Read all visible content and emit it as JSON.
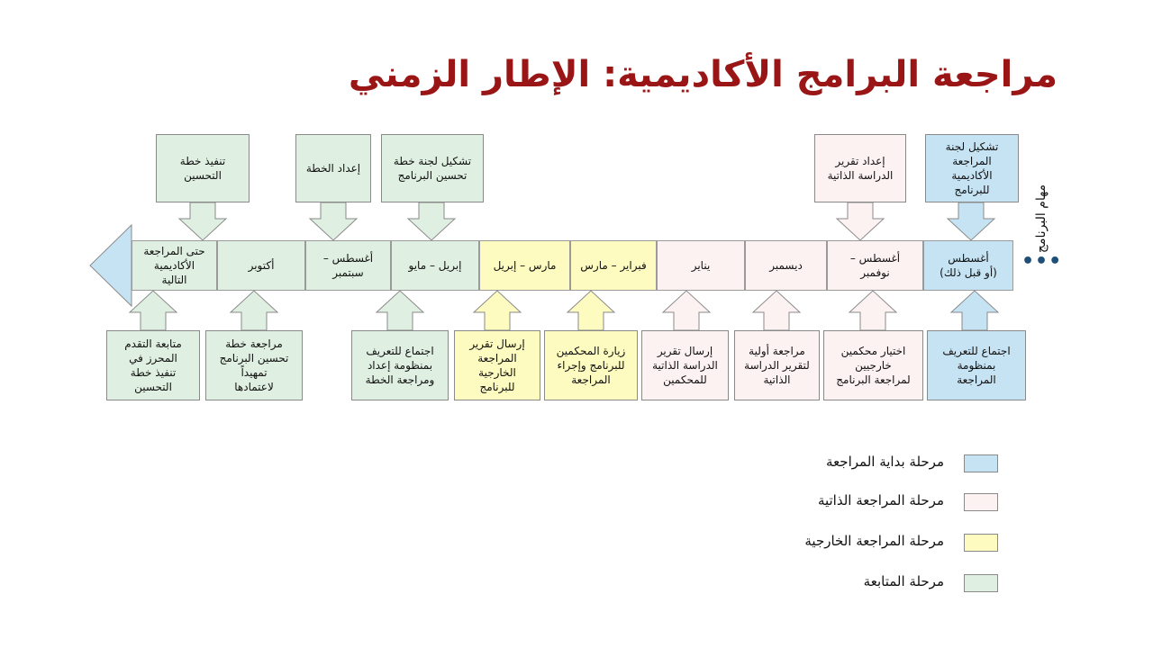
{
  "title": "مراجعة البرامج الأكاديمية: الإطار الزمني",
  "side_label": "مهام البرنامج",
  "continuation": "•••",
  "colors": {
    "start": "#c6e3f3",
    "self_review": "#fdf2f2",
    "external_review": "#fdfbbf",
    "follow_up": "#dfefe1"
  },
  "timeline": [
    {
      "label": "أغسطس\n(أو قبل ذلك)",
      "phase": "start"
    },
    {
      "label": "أغسطس –\nنوفمبر",
      "phase": "self_review"
    },
    {
      "label": "ديسمبر",
      "phase": "self_review"
    },
    {
      "label": "يناير",
      "phase": "self_review"
    },
    {
      "label": "فبراير – مارس",
      "phase": "external_review"
    },
    {
      "label": "مارس – إبريل",
      "phase": "external_review"
    },
    {
      "label": "إبريل – مايو",
      "phase": "follow_up"
    },
    {
      "label": "أغسطس –\nسبتمبر",
      "phase": "follow_up"
    },
    {
      "label": "أكتوبر",
      "phase": "follow_up"
    },
    {
      "label": "حتى المراجعة\nالأكاديمية\nالتالية",
      "phase": "follow_up"
    }
  ],
  "top_tasks": [
    {
      "label": "تشكيل لجنة\nالمراجعة\nالأكاديمية\nللبرنامج",
      "phase": "start"
    },
    {
      "label": "إعداد تقرير\nالدراسة الذاتية",
      "phase": "self_review"
    },
    {
      "label": "تشكيل لجنة خطة\nتحسين البرنامج",
      "phase": "follow_up"
    },
    {
      "label": "إعداد الخطة",
      "phase": "follow_up"
    },
    {
      "label": "تنفيذ خطة\nالتحسين",
      "phase": "follow_up"
    }
  ],
  "bottom_tasks": [
    {
      "label": "اجتماع للتعريف\nبمنظومة\nالمراجعة",
      "phase": "start"
    },
    {
      "label": "اختيار محكمين\nخارجيين\nلمراجعة البرنامج",
      "phase": "self_review"
    },
    {
      "label": "مراجعة أولية\nلتقرير الدراسة\nالذاتية",
      "phase": "self_review"
    },
    {
      "label": "إرسال تقرير\nالدراسة الذاتية\nللمحكمين",
      "phase": "self_review"
    },
    {
      "label": "زيارة المحكمين\nللبرنامج وإجراء\nالمراجعة",
      "phase": "external_review"
    },
    {
      "label": "إرسال تقرير\nالمراجعة\nالخارجية\nللبرنامج",
      "phase": "external_review"
    },
    {
      "label": "اجتماع للتعريف\nبمنظومة إعداد\nومراجعة الخطة",
      "phase": "follow_up"
    },
    {
      "label": "مراجعة خطة\nتحسين البرنامج\nتمهيداً\nلاعتمادها",
      "phase": "follow_up"
    },
    {
      "label": "متابعة التقدم\nالمحرز في\nتنفيذ خطة\nالتحسين",
      "phase": "follow_up"
    }
  ],
  "legend": [
    {
      "label": "مرحلة بداية المراجعة",
      "phase": "start"
    },
    {
      "label": "مرحلة المراجعة الذاتية",
      "phase": "self_review"
    },
    {
      "label": "مرحلة المراجعة الخارجية",
      "phase": "external_review"
    },
    {
      "label": "مرحلة المتابعة",
      "phase": "follow_up"
    }
  ]
}
